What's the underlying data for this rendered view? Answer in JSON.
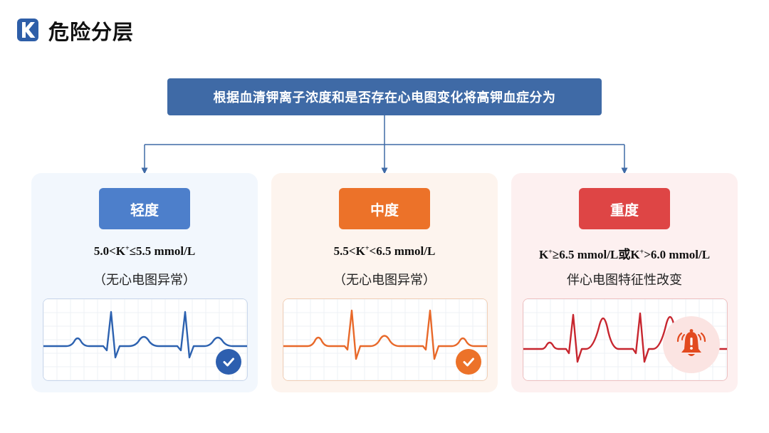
{
  "header": {
    "logo_letter": "K",
    "title": "危险分层"
  },
  "root": {
    "text": "根据血清钾离子浓度和是否存在心电图变化将高钾血症分为"
  },
  "levels": [
    {
      "label": "轻度",
      "criteria_pre": "5.0<K",
      "criteria_sup": "+",
      "criteria_post": "≤5.5 mmol/L",
      "note": "（无心电图异常）",
      "badge": "check-icon",
      "color": "#4d7fcb",
      "line_color": "#2d62b0"
    },
    {
      "label": "中度",
      "criteria_pre": "5.5<K",
      "criteria_sup": "+",
      "criteria_post": "<6.5 mmol/L",
      "note": "（无心电图异常）",
      "badge": "check-icon",
      "color": "#ec7229",
      "line_color": "#e8692a"
    },
    {
      "label": "重度",
      "criteria_a_pre": "K",
      "criteria_a_sup": "+",
      "criteria_a_post": "≥6.5 mmol/L",
      "criteria_join": "或",
      "criteria_b_pre": "K",
      "criteria_b_sup": "+",
      "criteria_b_post": ">6.0 mmol/L",
      "note": "伴心电图特征性改变",
      "badge": "alarm-bell-icon",
      "color": "#de4545",
      "line_color": "#c7262f"
    }
  ]
}
